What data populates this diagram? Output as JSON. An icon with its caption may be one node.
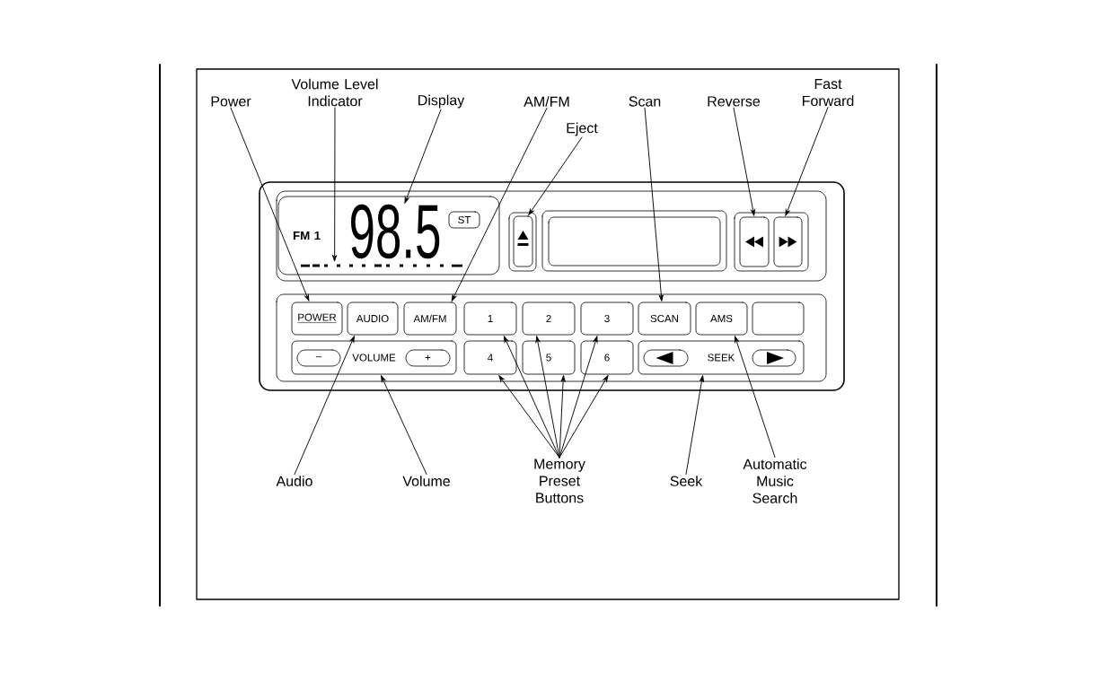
{
  "diagram": {
    "nodes": [
      {
        "text": [
          "Power"
        ]
      },
      {
        "text": [
          "Volume Level Indicator"
        ]
      },
      {
        "text": [
          "Display"
        ]
      },
      {
        "text": [
          "AM/FM"
        ]
      },
      {
        "text": [
          "Eject"
        ]
      },
      {
        "text": [
          "Scan"
        ]
      },
      {
        "text": [
          "Reverse"
        ]
      },
      {
        "text": [
          "Fast Forward"
        ]
      },
      {
        "text": [
          "Audio"
        ]
      },
      {
        "text": [
          "Volume"
        ]
      },
      {
        "text": [
          "Memory Preset Buttons"
        ]
      },
      {
        "text": [
          "Seek"
        ]
      },
      {
        "text": [
          "Automatic Music Search"
        ]
      },
      {
        "text": [],
        "shape": "box"
      },
      {
        "text": [
          "FM 1"
        ],
        "in": 13
      },
      {
        "text": [
          "98.5"
        ],
        "in": 14
      },
      {
        "text": [
          "ST"
        ],
        "in": 14
      },
      {
        "text": [],
        "shape": "bar",
        "in": 14
      },
      {
        "text": [],
        "shape": "box",
        "in": 13
      },
      {
        "text": [],
        "shape": "box",
        "in": 13
      },
      {
        "text": [],
        "shape": "box",
        "in": 13
      },
      {
        "text": [
          "POWER"
        ],
        "in": 13
      },
      {
        "text": [
          "AUDIO"
        ],
        "in": 13
      },
      {
        "text": [
          "AM/FM"
        ],
        "in": 13
      },
      {
        "text": [
          "1"
        ],
        "in": 13
      },
      {
        "text": [
          "2"
        ],
        "in": 13
      },
      {
        "text": [
          "3"
        ],
        "in": 13
      },
      {
        "text": [
          "SCAN"
        ],
        "in": 13
      },
      {
        "text": [
          "AMS"
        ],
        "in": 13
      },
      {
        "text": [],
        "shape": "box",
        "in": 13
      },
      {
        "text": [
          "VOLUME"
        ],
        "in": 13
      },
      {
        "text": [
          "–"
        ],
        "in": 30
      },
      {
        "text": [
          "+"
        ],
        "in": 30
      },
      {
        "text": [
          "4"
        ],
        "in": 13
      },
      {
        "text": [
          "5"
        ],
        "in": 13
      },
      {
        "text": [
          "6"
        ],
        "in": 13
      },
      {
        "text": [
          "SEEK"
        ],
        "in": 13
      },
      {
        "text": [],
        "shape": "box",
        "in": 36
      },
      {
        "text": [],
        "shape": "box",
        "in": 36
      }
    ],
    "edges": [
      {
        "from": 0,
        "to": 21,
        "arrow": "to"
      },
      {
        "from": 1,
        "to": 17,
        "arrow": "to"
      },
      {
        "from": 2,
        "to": 15,
        "arrow": "to"
      },
      {
        "from": 3,
        "to": 23,
        "arrow": "to"
      },
      {
        "from": 4,
        "to": 18,
        "arrow": "to"
      },
      {
        "from": 5,
        "to": 27,
        "arrow": "to"
      },
      {
        "from": 6,
        "to": 19,
        "arrow": "to"
      },
      {
        "from": 7,
        "to": 20,
        "arrow": "to"
      },
      {
        "from": 8,
        "to": 22,
        "arrow": "to"
      },
      {
        "from": 9,
        "to": 30,
        "arrow": "to"
      },
      {
        "from": 10,
        "to": 33,
        "arrow": "to"
      },
      {
        "from": 10,
        "to": 24,
        "arrow": "to"
      },
      {
        "from": 10,
        "to": 34,
        "arrow": "to"
      },
      {
        "from": 10,
        "to": 25,
        "arrow": "to"
      },
      {
        "from": 10,
        "to": 26,
        "arrow": "to"
      },
      {
        "from": 10,
        "to": 35,
        "arrow": "to"
      },
      {
        "from": 11,
        "to": 36,
        "arrow": "to"
      },
      {
        "from": 12,
        "to": 28,
        "arrow": "to"
      }
    ]
  }
}
